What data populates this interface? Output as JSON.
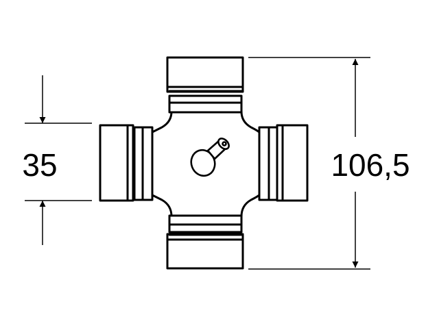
{
  "drawing": {
    "subject": "universal-joint-cross",
    "dimensions": {
      "cap_diameter": "35",
      "overall_length": "106,5"
    },
    "colors": {
      "ink": "#000000",
      "background": "#ffffff"
    }
  }
}
